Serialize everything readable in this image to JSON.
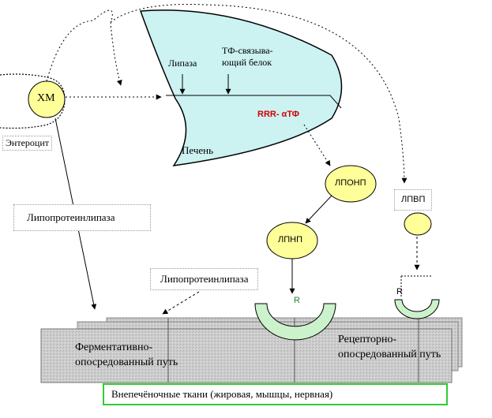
{
  "labels": {
    "hm": "ХМ",
    "enterocyte": "Энтероцит",
    "lipase": "Липаза",
    "tf_binding_protein_line1": "ТФ-связыва-",
    "tf_binding_protein_line2": "ющий белок",
    "rrr_atf": "RRR- αТФ",
    "liver": "Печень",
    "lponp": "ЛПОНП",
    "lpvp": "ЛПВП",
    "lpnp": "ЛПНП",
    "lipoprotein_lipase_left": "Липопротеинлипаза",
    "lipoprotein_lipase_middle": "Липопротеинлипаза",
    "receptor_r_middle": "R",
    "receptor_r_right": "R",
    "enzymatic_path_line1": "Ферментативно-",
    "enzymatic_path_line2": "опосредованный путь",
    "receptor_path_line1": "Рецепторно-",
    "receptor_path_line2": "опосредованный путь",
    "extrahepatic_tissues": "Внепечёночные ткани (жировая, мышцы, нервная)"
  },
  "colors": {
    "liver_fill": "#ccf2f2",
    "particle_fill": "#ffff99",
    "receptor_fill": "#ccf2cc",
    "tissue_fill": "#c8c8c8",
    "footer_border": "#33cc33",
    "rrr_text": "#d40000"
  }
}
